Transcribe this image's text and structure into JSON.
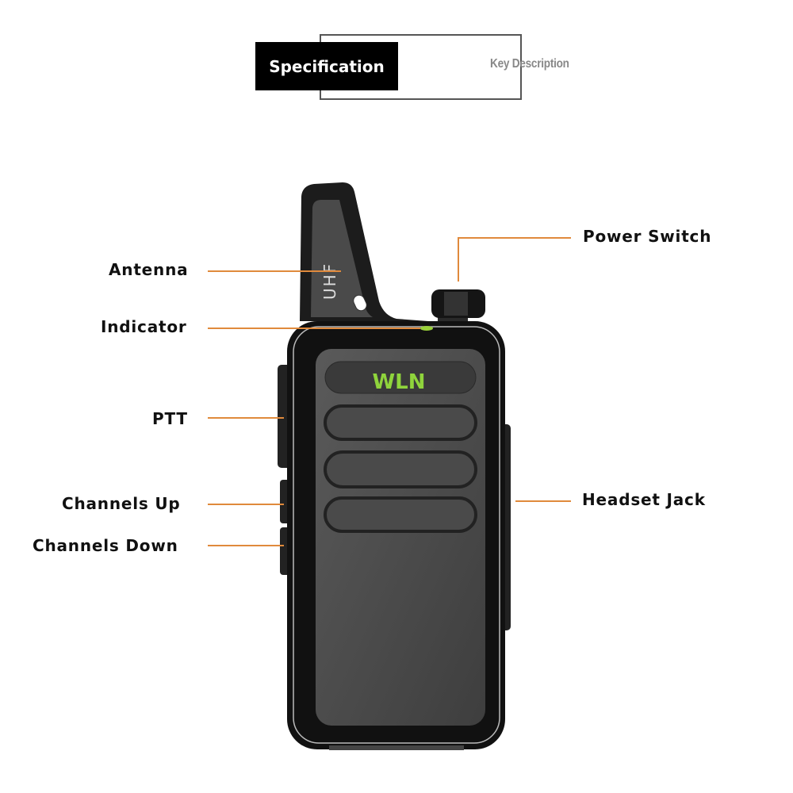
{
  "header": {
    "active_tab": "Specification",
    "inactive_tab": "Key Description"
  },
  "device": {
    "antenna_marking": "UHF",
    "brand_logo": "WLN",
    "logo_color": "#8fd43c",
    "indicator_color": "#9ad13a"
  },
  "callout_color": "#e08a3c",
  "callouts": {
    "antenna": "Antenna",
    "indicator": "Indicator",
    "ptt": "PTT",
    "channels_up": "Channels Up",
    "channels_down": "Channels Down",
    "power_switch": "Power Switch",
    "headset_jack": "Headset Jack"
  }
}
